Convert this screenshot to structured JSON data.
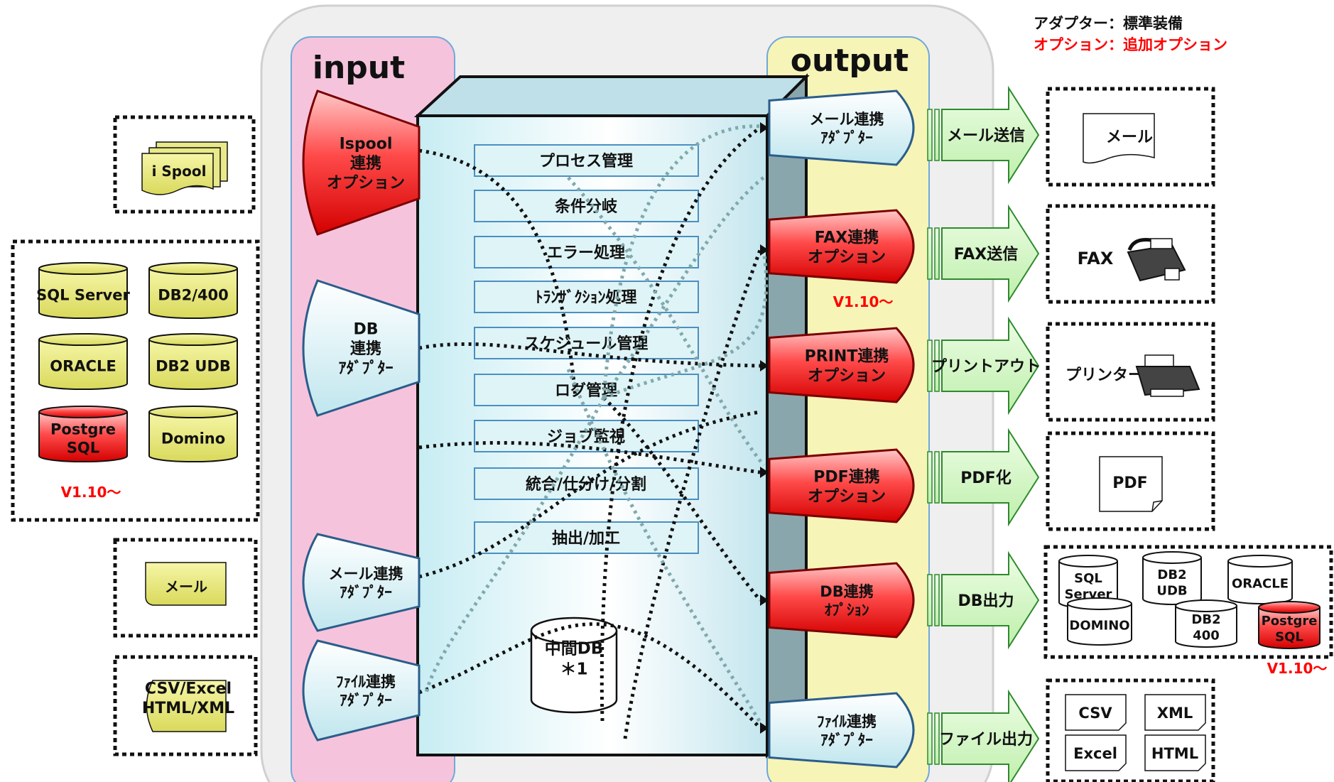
{
  "legend": {
    "standard": "アダプター：標準装備",
    "option": "オプション：追加オプション"
  },
  "columns": {
    "input": "input",
    "output": "output"
  },
  "sources": {
    "ispool": "i Spool",
    "databases": [
      "SQL Server",
      "DB2/400",
      "ORACLE",
      "DB2 UDB",
      "Postgre\nSQL",
      "Domino"
    ],
    "db_version": "V1.10～",
    "mail": "メール",
    "files": "CSV/Excel\nHTML/XML"
  },
  "inputs": {
    "ispool": "Ispool\n連携\nオプション",
    "db": "DB\n連携\nｱﾀﾞﾌﾟﾀｰ",
    "mail": "メール連携\nｱﾀﾞﾌﾟﾀｰ",
    "file": "ﾌｧｲﾙ連携\nｱﾀﾞﾌﾟﾀｰ"
  },
  "core": {
    "functions": [
      "プロセス管理",
      "条件分岐",
      "エラー処理",
      "ﾄﾗﾝｻﾞｸｼｮﾝ処理",
      "スケジュール管理",
      "ログ管理",
      "ジョブ監視",
      "統合/仕分け/分割",
      "抽出/加工"
    ],
    "db": "中間DB\n＊1"
  },
  "outputs": {
    "mail": "メール連携\nｱﾀﾞﾌﾟﾀｰ",
    "fax": "FAX連携\nオプション",
    "fax_version": "V1.10～",
    "print": "PRINT連携\nオプション",
    "pdf": "PDF連携\nオプション",
    "db": "DB連携\nｵﾌﾟｼｮﾝ",
    "file": "ﾌｧｲﾙ連携\nｱﾀﾞﾌﾟﾀｰ"
  },
  "arrows": {
    "mail": "メール送信",
    "fax": "FAX送信",
    "print": "プリントアウト",
    "pdf": "PDF化",
    "db": "DB出力",
    "file": "ファイル出力"
  },
  "targets": {
    "mail": "メール",
    "fax": "FAX",
    "printer": "プリンター",
    "pdf": "PDF",
    "databases": [
      "SQL\nServer",
      "DB2\nUDB",
      "ORACLE",
      "DOMINO",
      "DB2\n400",
      "Postgre\nSQL"
    ],
    "db_version": "V1.10～",
    "files": [
      "CSV",
      "XML",
      "Excel",
      "HTML"
    ]
  },
  "colors": {
    "red": "#e8242b",
    "yellow": "#eded8f",
    "pink": "#f6c3dd",
    "cream": "#f7f4b8",
    "cyan": "#dff4f6",
    "green": "#c9f2b8",
    "version": "#ff0000"
  }
}
